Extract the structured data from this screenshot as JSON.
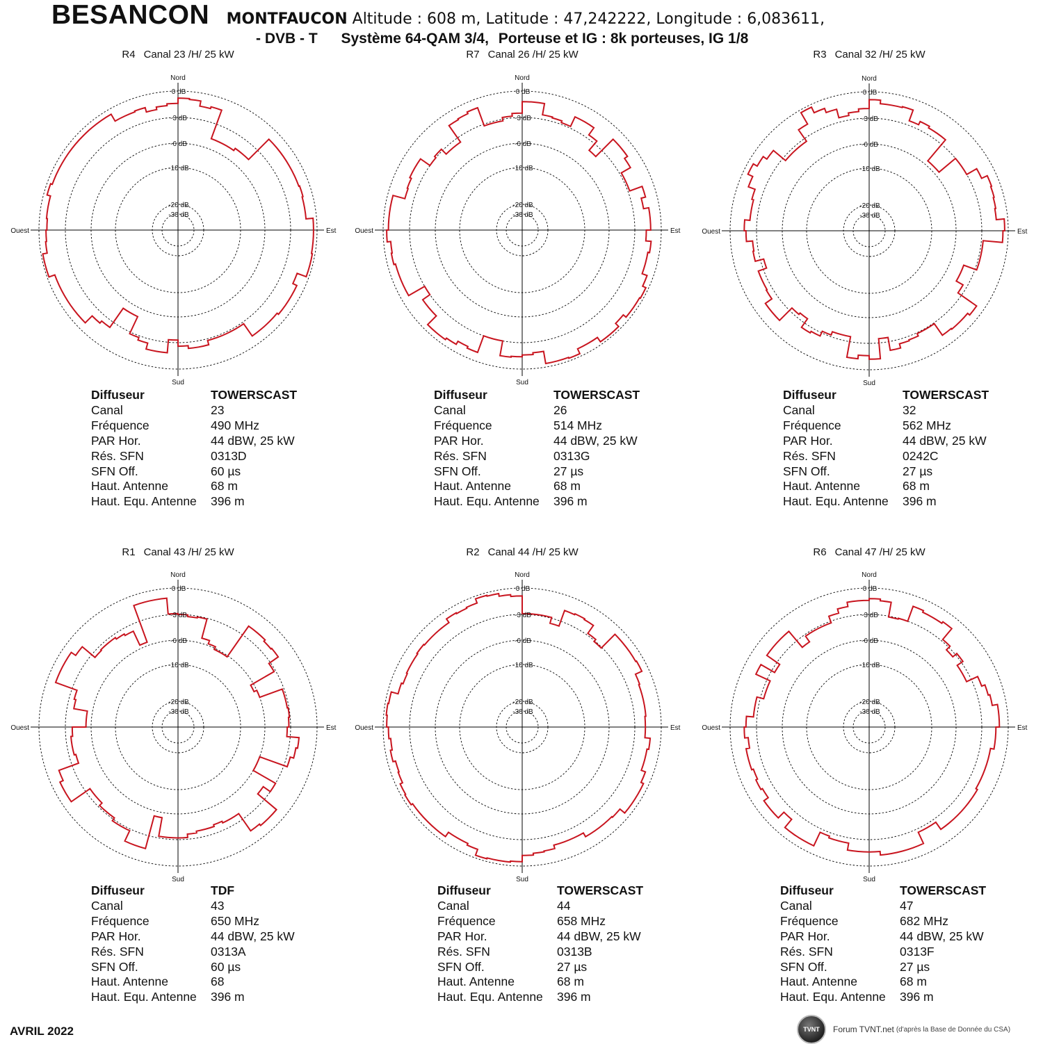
{
  "header": {
    "city": "BESANCON",
    "site": "MONTFAUCON",
    "altitude_label": "Altitude :",
    "altitude_value": "608 m,",
    "latitude_label": "Latitude :",
    "latitude_value": "47,242222,",
    "longitude_label": "Longitude :",
    "longitude_value": "6,083611,",
    "system_prefix": "- DVB - T",
    "system": "Système 64-QAM 3/4,",
    "carrier": "Porteuse et IG : 8k porteuses, IG 1/8"
  },
  "compass": {
    "north": "Nord",
    "south": "Sud",
    "east": "Est",
    "west": "Ouest"
  },
  "ring_labels": [
    "0 dB",
    "-3 dB",
    "-6 dB",
    "-10 dB",
    "-20 dB",
    "-30 dB"
  ],
  "info_labels": {
    "diffuseur": "Diffuseur",
    "canal": "Canal",
    "frequence": "Fréquence",
    "par": "PAR Hor.",
    "sfn_res": "Rés. SFN",
    "sfn_off": "SFN Off.",
    "haut": "Haut. Antenne",
    "haut_equ": "Haut. Equ. Antenne"
  },
  "panels": [
    {
      "mux": "R4",
      "title": "Canal 23 /H/ 25 kW",
      "diffuseur": "TOWERSCAST",
      "canal": "23",
      "frequence": "490 MHz",
      "par": "44 dBW, 25 kW",
      "sfn_res": "0313D",
      "sfn_off": "60 µs",
      "haut": "68 m",
      "haut_equ": "396 m",
      "pattern_db": [
        -0.8,
        -0.9,
        -1.5,
        -1.3,
        -4.8,
        -4.8,
        -4.8,
        -4.5,
        -4.5,
        -1.2,
        -1.2,
        -1.2,
        -1.2,
        -1.2,
        -1.1,
        -1.2,
        -1.2,
        -0.4,
        -0.4,
        -0.4,
        -0.3,
        -0.3,
        -1.4,
        -0.9,
        -0.9,
        -0.9,
        -1.1,
        -1.1,
        -1.1,
        -2.8,
        -2.8,
        -2.8,
        -2.8,
        -2.3,
        -2.3,
        -2.6,
        -3.3,
        -1.8,
        -1.8,
        -2.5,
        -2.8,
        -5.0,
        -5.0,
        -2.3,
        -2.0,
        -0.9,
        -0.9,
        -0.9,
        -0.9,
        -0.9,
        -0.2,
        -0.2,
        -0.7,
        -0.8,
        -0.9,
        -0.8,
        -0.8,
        -0.4,
        -0.6,
        -0.6,
        -0.6,
        -0.6,
        -0.6,
        -0.6,
        -0.6,
        -0.6,
        -1.5,
        -1.5,
        -1.4,
        -1.9,
        -1.6,
        -1.4
      ]
    },
    {
      "mux": "R7",
      "title": "Canal 26 /H/ 25 kW",
      "diffuseur": "TOWERSCAST",
      "canal": "26",
      "frequence": "514 MHz",
      "par": "44 dBW, 25 kW",
      "sfn_res": "0313G",
      "sfn_off": "27 µs",
      "haut": "68 m",
      "haut_equ": "396 m",
      "pattern_db": [
        -1.2,
        -1.2,
        -2.5,
        -2.6,
        -2.8,
        -1.6,
        -1.6,
        -2.6,
        -4.0,
        -1.2,
        -1.2,
        -1.6,
        -2.8,
        -2.8,
        -1.3,
        -1.8,
        -1.2,
        -1.2,
        -1.7,
        -1.1,
        -1.3,
        -1.3,
        -0.7,
        -0.3,
        -0.4,
        -0.4,
        -0.8,
        -0.3,
        -0.3,
        -0.9,
        -0.9,
        -0.3,
        -0.4,
        -0.4,
        -1.8,
        -1.6,
        -1.4,
        -1.3,
        -3.0,
        -3.0,
        -1.0,
        -1.2,
        -0.8,
        -0.6,
        -0.6,
        -2.0,
        -2.0,
        -3.0,
        -0.9,
        -0.9,
        -0.9,
        -0.7,
        -0.8,
        -0.4,
        -0.6,
        -0.6,
        -0.6,
        -2.0,
        -1.9,
        -1.7,
        -1.7,
        -3.0,
        -2.8,
        -3.6,
        -3.6,
        -1.3,
        -1.2,
        -1.0,
        -3.2,
        -3.2,
        -2.8,
        -2.5
      ]
    },
    {
      "mux": "R3",
      "title": "Canal 32 /H/ 25 kW",
      "diffuseur": "TOWERSCAST",
      "canal": "32",
      "frequence": "562 MHz",
      "par": "44 dBW, 25 kW",
      "sfn_res": "0242C",
      "sfn_off": "27 µs",
      "haut": "68 m",
      "haut_equ": "396 m",
      "pattern_db": [
        -0.9,
        -1.3,
        -1.3,
        -1.2,
        -2.5,
        -2.1,
        -2.3,
        -2.3,
        -5.5,
        -5.5,
        -3.0,
        -3.0,
        -1.7,
        -1.0,
        -1.1,
        -1.2,
        -1.3,
        -0.4,
        -0.6,
        -2.8,
        -2.8,
        -2.8,
        -4.4,
        -4.4,
        -3.5,
        -0.9,
        -1.2,
        -1.2,
        -1.3,
        -2.9,
        -2.9,
        -2.6,
        -2.5,
        -2.0,
        -3.5,
        -1.2,
        -1.6,
        -1.2,
        -3.6,
        -3.6,
        -3.2,
        -2.6,
        -2.4,
        -3.6,
        -3.4,
        -1.4,
        -1.4,
        -2.3,
        -2.4,
        -2.4,
        -3.4,
        -2.4,
        -2.5,
        -1.8,
        -1.6,
        -2.2,
        -2.2,
        -2.0,
        -1.2,
        -0.6,
        -1.1,
        -1.6,
        -3.4,
        -3.4,
        -3.4,
        -1.8,
        -0.3,
        -1.0,
        -1.5,
        -2.5,
        -2.2,
        -1.9
      ]
    },
    {
      "mux": "R1",
      "title": "Canal 43 /H/ 25 kW",
      "diffuseur": "TDF",
      "canal": "43",
      "frequence": "650 MHz",
      "par": "44 dBW, 25 kW",
      "sfn_res": "0313A",
      "sfn_off": "60 µs",
      "haut": "68",
      "haut_equ": "396 m",
      "pattern_db": [
        -3.0,
        -3.2,
        -3.1,
        -5.4,
        -5.8,
        -6.2,
        -6.2,
        -1.8,
        -1.8,
        -2.0,
        -1.9,
        -3.2,
        -6.5,
        -6.0,
        -3.2,
        -3.2,
        -3.1,
        -3.2,
        -3.4,
        -2.0,
        -2.2,
        -2.6,
        -6.0,
        -6.0,
        -3.0,
        -4.0,
        -1.2,
        -1.2,
        -1.4,
        -3.8,
        -3.8,
        -4.0,
        -3.8,
        -3.8,
        -3.6,
        -3.2,
        -3.2,
        -3.2,
        -5.4,
        -1.5,
        -1.5,
        -2.8,
        -2.8,
        -3.2,
        -3.2,
        -3.6,
        -3.6,
        -1.0,
        -1.0,
        -1.4,
        -3.8,
        -3.6,
        -3.6,
        -3.8,
        -5.4,
        -5.4,
        -3.8,
        -3.6,
        -1.0,
        -1.0,
        -1.0,
        -1.6,
        -3.5,
        -3.4,
        -3.4,
        -3.6,
        -3.8,
        -5.6,
        -1.1,
        -1.1,
        -1.1,
        -2.9
      ]
    },
    {
      "mux": "R2",
      "title": "Canal 44 /H/ 25 kW",
      "diffuseur": "TOWERSCAST",
      "canal": "44",
      "frequence": "658 MHz",
      "par": "44 dBW, 25 kW",
      "sfn_res": "0313B",
      "sfn_off": "27 µs",
      "haut": "68 m",
      "haut_equ": "396 m",
      "pattern_db": [
        -2.9,
        -2.9,
        -2.9,
        -3.6,
        -1.7,
        -1.6,
        -1.7,
        -2.8,
        -3.1,
        -0.9,
        -0.9,
        -0.9,
        -0.8,
        -1.6,
        -1.7,
        -1.7,
        -1.7,
        -1.8,
        -1.8,
        -1.2,
        -1.4,
        -1.4,
        -0.9,
        -0.6,
        -0.6,
        -0.6,
        -1.3,
        -1.4,
        -1.4,
        -1.4,
        -1.9,
        -1.9,
        -1.9,
        -1.5,
        -1.4,
        -1.2,
        -0.5,
        -0.4,
        -0.4,
        -0.3,
        -1.0,
        -1.2,
        -1.2,
        -0.6,
        -0.6,
        -0.6,
        -0.6,
        -0.4,
        -0.5,
        -0.8,
        -0.9,
        -0.6,
        -0.8,
        -0.6,
        -0.4,
        -0.3,
        -0.4,
        -1.2,
        -1.4,
        -1.3,
        -1.3,
        -1.2,
        -1.3,
        -1.3,
        -1.3,
        -0.8,
        -0.9,
        -0.8,
        -0.3,
        -0.4,
        -0.7,
        -0.9
      ]
    },
    {
      "mux": "R6",
      "title": "Canal 47 /H/ 25 kW",
      "diffuseur": "TOWERSCAST",
      "canal": "47",
      "frequence": "682 MHz",
      "par": "44 dBW, 25 kW",
      "sfn_res": "0313F",
      "sfn_off": "27 µs",
      "haut": "68 m",
      "haut_equ": "396 m",
      "pattern_db": [
        -1.2,
        -1.4,
        -3.1,
        -3.0,
        -1.2,
        -1.4,
        -1.4,
        -1.2,
        -2.8,
        -3.4,
        -2.8,
        -3.6,
        -3.6,
        -2.2,
        -1.8,
        -1.6,
        -1.0,
        -1.0,
        -1.4,
        -1.4,
        -1.8,
        -1.8,
        -1.8,
        -1.8,
        -1.6,
        -1.6,
        -1.6,
        -1.6,
        -1.6,
        -2.6,
        -2.6,
        -1.2,
        -1.2,
        -1.2,
        -1.2,
        -1.6,
        -1.6,
        -1.6,
        -2.4,
        -2.4,
        -2.6,
        -0.9,
        -0.9,
        -0.9,
        -2.1,
        -1.2,
        -1.2,
        -1.8,
        -1.6,
        -1.8,
        -1.6,
        -1.6,
        -2.0,
        -1.6,
        -1.8,
        -2.6,
        -2.6,
        -3.4,
        -3.4,
        -1.6,
        -3.4,
        -1.6,
        -1.6,
        -1.6,
        -4.0,
        -3.2,
        -3.2,
        -3.2,
        -2.4,
        -1.9,
        -1.4,
        -1.4
      ]
    }
  ],
  "footer": {
    "date": "AVRIL 2022",
    "logo_text": "TVNT",
    "forum": "Forum TVNT.net",
    "source": "(d'après la Base de Donnée du CSA)"
  },
  "colors": {
    "pattern": "#c8141e",
    "axes": "#000000",
    "rings": "#000000"
  }
}
